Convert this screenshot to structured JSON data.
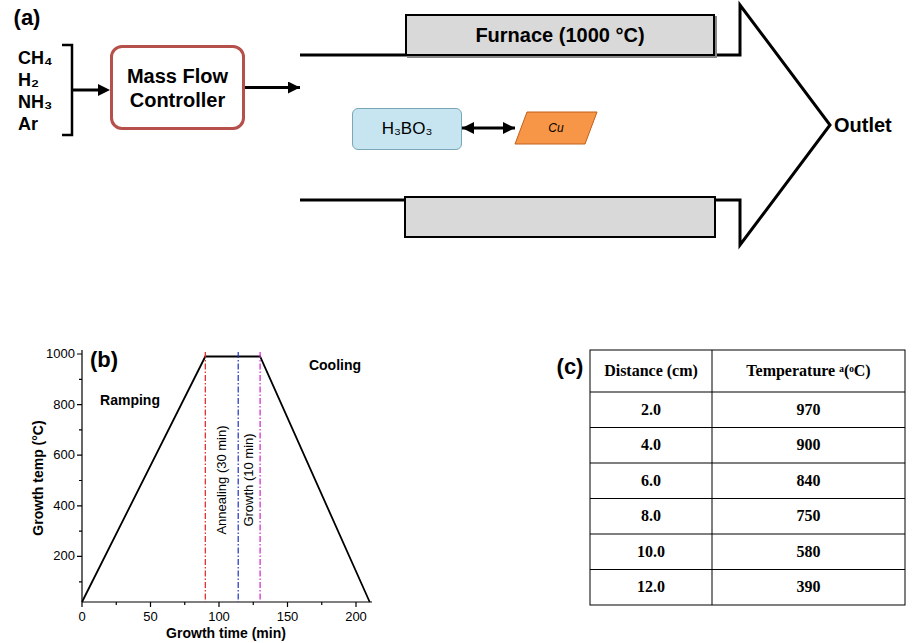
{
  "diagram": {
    "nodes": [
      {
        "text": [
          "Mass Flow Controller"
        ]
      },
      {
        "text": [
          "Outlet"
        ]
      },
      {
        "text": [
          "Furnace (1000 °C)"
        ]
      },
      {
        "text": [
          "H₃BO₃"
        ],
        "in": 1
      },
      {
        "text": [
          "Cu"
        ],
        "in": 1
      }
    ],
    "edges": [
      {
        "from": 0,
        "to": 1,
        "arrow": "to"
      },
      {
        "from": 3,
        "to": 4,
        "arrow": "both"
      }
    ],
    "labels": [
      "(a)",
      "CH₄",
      "H₂",
      "NH₃",
      "Ar",
      "(b)",
      "Growth temp (°C)",
      "Growth time (min)",
      "200",
      "400",
      "600",
      "800",
      "1000",
      "0",
      "50",
      "100",
      "150",
      "200",
      "Ramping",
      "Annealing (30 min)",
      "Growth (10 min)",
      "Cooling",
      "(c)",
      "Distance (cm)",
      "Temperature ᵃ(ᵒC)",
      "2.0",
      "970",
      "4.0",
      "900",
      "6.0",
      "840",
      "8.0",
      "750",
      "10.0",
      "580",
      "12.0",
      "390"
    ]
  }
}
